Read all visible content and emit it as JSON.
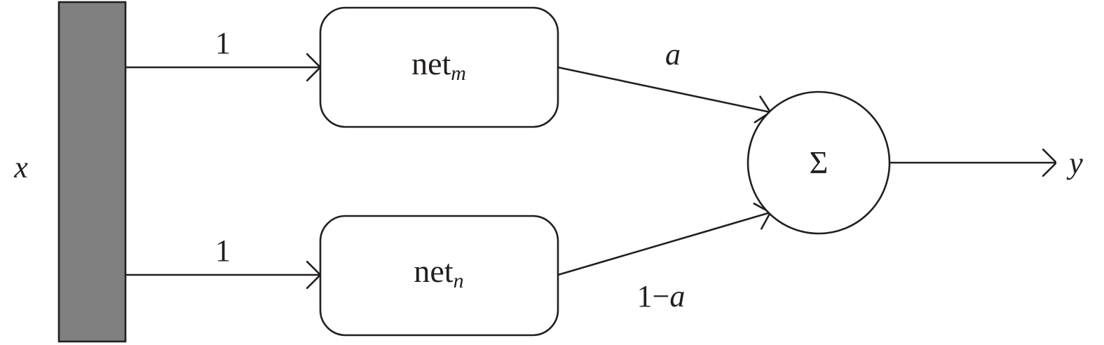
{
  "diagram": {
    "input_label": "x",
    "output_label": "y",
    "net_m": {
      "base": "net",
      "sub": "m"
    },
    "net_n": {
      "base": "net",
      "sub": "n"
    },
    "weight_top_in": "1",
    "weight_bottom_in": "1",
    "weight_top_out": "a",
    "weight_bottom_out_num": "1−",
    "weight_bottom_out_var": "a",
    "sum_symbol": "Σ",
    "colors": {
      "input_bar": "#808080",
      "stroke": "#231f20",
      "background": "#ffffff"
    }
  }
}
